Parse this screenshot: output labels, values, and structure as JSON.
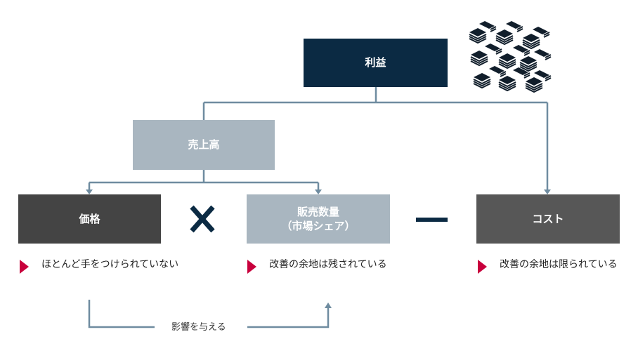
{
  "diagram": {
    "top": {
      "label": "利益"
    },
    "revenue": {
      "label": "売上高"
    },
    "factors": [
      {
        "id": "price",
        "label": "価格",
        "note": "ほとんど手をつけられていない"
      },
      {
        "id": "volume",
        "label_line1": "販売数量",
        "label_line2": "（市場シェア）",
        "note": "改善の余地は残されている"
      },
      {
        "id": "cost",
        "label": "コスト",
        "note": "改善の余地は限られている"
      }
    ],
    "operators": {
      "multiply": "×",
      "minus": "−"
    },
    "influence_label": "影響を与える",
    "colors": {
      "profit_box": "#0b2a43",
      "revenue_box": "#a9b6c0",
      "price_box": "#444444",
      "volume_box": "#a9b6c0",
      "cost_box": "#575757",
      "connector": "#6f8ca0",
      "bullet": "#c8003c"
    },
    "icons": {
      "money_stacks": "money-stacks-icon",
      "bullet": "triangle-right-icon"
    }
  }
}
